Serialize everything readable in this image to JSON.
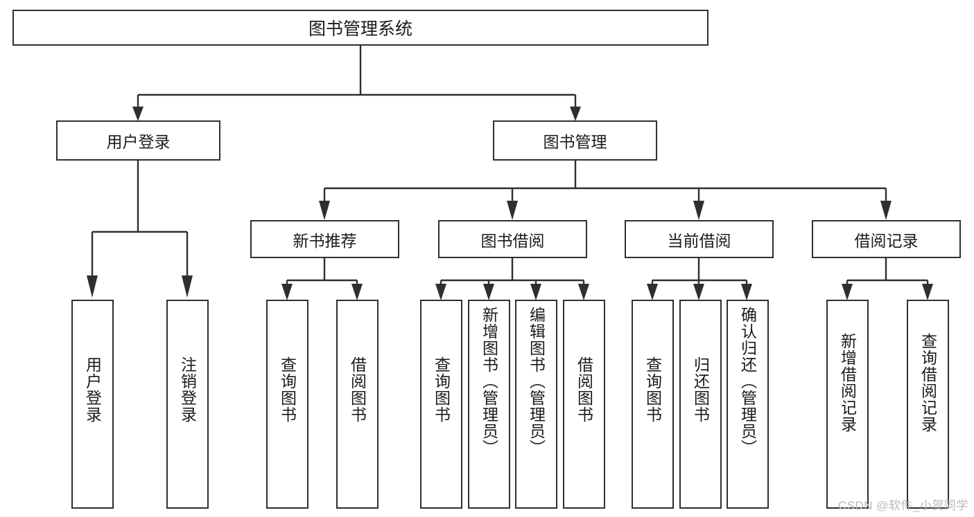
{
  "diagram": {
    "title": "图书管理系统",
    "root": {
      "label": "图书管理系统"
    },
    "level2": [
      {
        "label": "用户登录"
      },
      {
        "label": "图书管理"
      }
    ],
    "level3": [
      {
        "label": "新书推荐"
      },
      {
        "label": "图书借阅"
      },
      {
        "label": "当前借阅"
      },
      {
        "label": "借阅记录"
      }
    ],
    "leaves": {
      "user_login": [
        {
          "label": "用户登录"
        },
        {
          "label": "注销登录"
        }
      ],
      "new_book": [
        {
          "label": "查询图书"
        },
        {
          "label": "借阅图书"
        }
      ],
      "book_borrow": [
        {
          "label": "查询图书"
        },
        {
          "label": "新增图书（管理员）"
        },
        {
          "label": "编辑图书（管理员）"
        },
        {
          "label": "借阅图书"
        }
      ],
      "current_borrow": [
        {
          "label": "查询图书"
        },
        {
          "label": "归还图书"
        },
        {
          "label": "确认归还（管理员）"
        }
      ],
      "borrow_record": [
        {
          "label": "新增借阅记录"
        },
        {
          "label": "查询借阅记录"
        }
      ]
    }
  },
  "watermark": {
    "text": "CSDN @软件_小贺同学"
  },
  "colors": {
    "stroke": "#2f2f2f",
    "fill": "#ffffff",
    "text": "#1b1b1b",
    "watermark": "#b9b9b9"
  }
}
